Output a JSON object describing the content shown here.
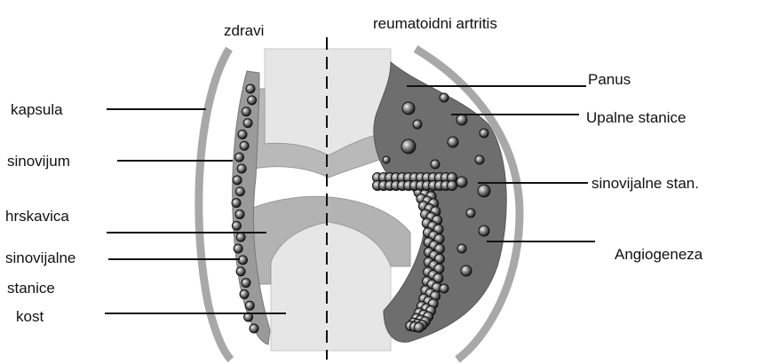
{
  "titles": {
    "healthy": "zdravi",
    "ra": "reumatoidni artritis"
  },
  "labels_left": {
    "capsule": "kapsula",
    "synovium": "sinovijum",
    "cartilage": "hrskavica",
    "synovial_cells_line1": "sinovijalne",
    "synovial_cells_line2": "stanice",
    "bone": "kost"
  },
  "labels_right": {
    "pannus": "Panus",
    "inflammatory_cells": "Upalne stanice",
    "synovial_cells": "sinovijalne stan.",
    "angiogenesis": "Angiogeneza"
  },
  "colors": {
    "bone_fill": "#e6e6e6",
    "cartilage_fill": "#b3b3b3",
    "capsule_stroke": "#a8a8a8",
    "synovium_ra_fill": "#6e6e6e",
    "cell_fill": "#2a2a2a",
    "line": "#111111"
  }
}
